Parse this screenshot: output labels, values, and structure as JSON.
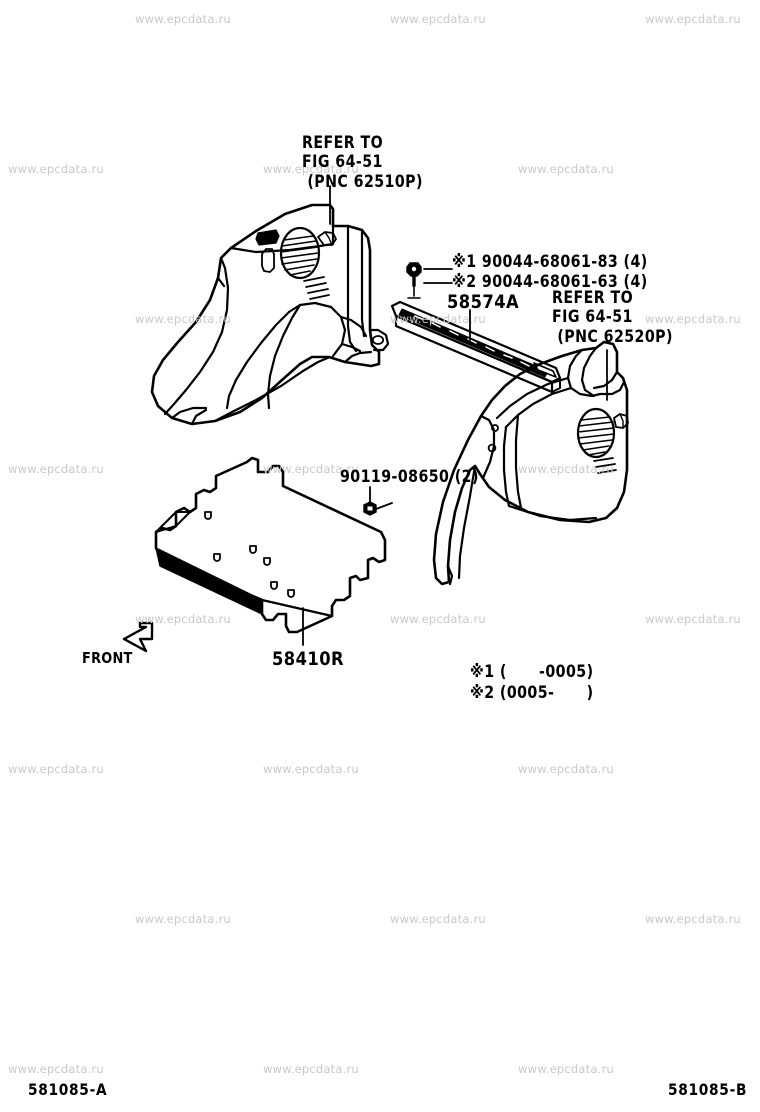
{
  "diagram": {
    "title_id_left": "581085-A",
    "title_id_right": "581085-B",
    "orientation_marker": "FRONT",
    "watermark_text": "www.epcdata.ru",
    "watermark_color": "#c9c9c9",
    "line_color": "#000000",
    "background_color": "#ffffff"
  },
  "callouts": {
    "refer_left": "REFER TO\nFIG 64-51\n (PNC 62510P)",
    "refer_right": "REFER TO\nFIG 64-51\n (PNC 62520P)",
    "clip_note_1": "※1 90044-68061-83 (4)",
    "clip_note_2": "※2 90044-68061-63 (4)",
    "scuff_plate": "58574A",
    "bolt": "90119-08650 (2)",
    "deck_board": "58410R"
  },
  "legend": {
    "note_1": "※1 (      -0005)",
    "note_2": "※2 (0005-      )"
  },
  "parts": [
    {
      "name": "quarter-trim-panel-left",
      "part_number": "",
      "reference": "REFER TO FIG 64-51 (PNC 62510P)",
      "has_speaker_grille": true
    },
    {
      "name": "scuff-plate",
      "part_number": "58574A",
      "reference": "",
      "has_speaker_grille": false
    },
    {
      "name": "quarter-trim-panel-right",
      "part_number": "",
      "reference": "REFER TO FIG 64-51 (PNC 62520P)",
      "has_speaker_grille": true
    },
    {
      "name": "deck-board",
      "part_number": "58410R",
      "reference": "",
      "has_speaker_grille": false
    },
    {
      "name": "clip",
      "part_number": "90044-68061-83 (4)",
      "reference": "※1",
      "has_speaker_grille": false
    },
    {
      "name": "clip-alt",
      "part_number": "90044-68061-63 (4)",
      "reference": "※2",
      "has_speaker_grille": false
    },
    {
      "name": "bolt",
      "part_number": "90119-08650 (2)",
      "reference": "",
      "has_speaker_grille": false
    }
  ]
}
